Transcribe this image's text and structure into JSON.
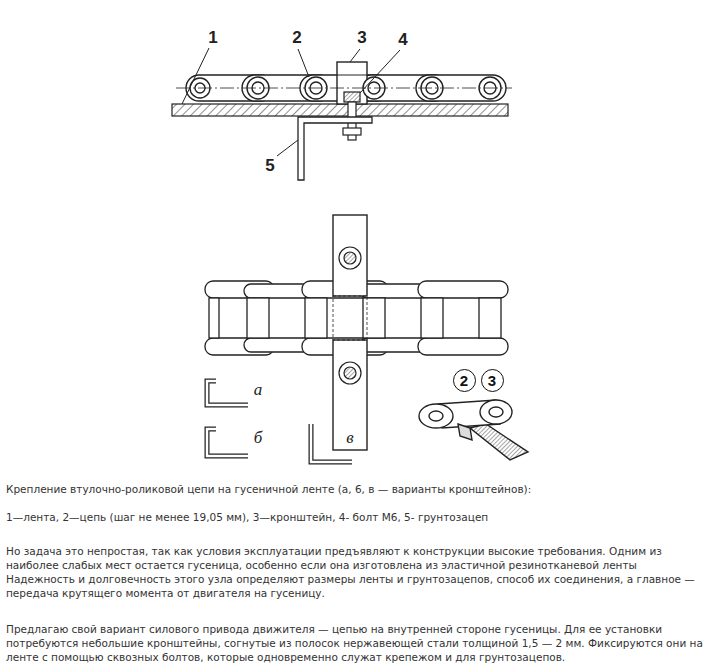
{
  "diagram": {
    "caption": "Крепление втулочно-роликовой цепи на гусеничной ленте (а, 6, в — варианты кронштейнов):",
    "nodes": [
      {
        "text": [
          "2"
        ]
      },
      {
        "text": [
          "3"
        ]
      }
    ],
    "labels": [
      "1",
      "2",
      "3",
      "4",
      "5",
      "а",
      "б",
      "в",
      "1—лента, 2—цепь (шаг не менее 19,05 мм), 3—кронштейн, 4- болт М6, 5- грунтозацеп",
      "Но задача это непростая, так как условия эксплуатации предъявляют к конструкции высокие требования. Одним из наиболее слабых мест остается гусеница, особенно если она изготовлена из эластичной резинотканевой ленты Надежность и долговечность этого узла определяют размеры ленты и грунтозацепов, способ их соединения, а главное — передача крутящего момента от двигателя на гусеницу.",
      "Предлагаю свой вариант силового привода движителя — цепью на внутренней стороне гусеницы. Для ее установки потребуются небольшие кронштейны, согнутые из полосок нержавеющей стали толщиной 1,5 — 2 мм. Фиксируются они на ленте с помощью сквозных болтов, которые одновременно служат крепежом и для грунтозацепов."
    ]
  }
}
